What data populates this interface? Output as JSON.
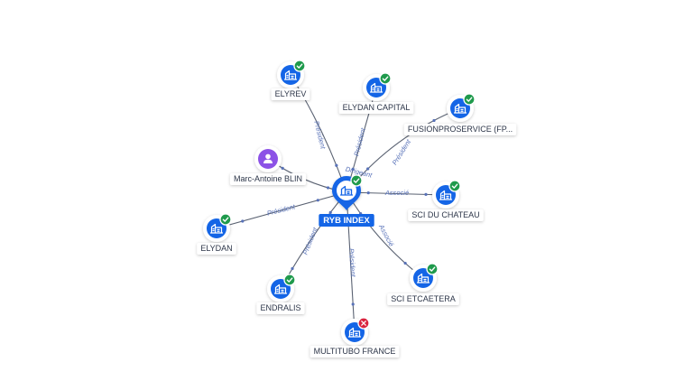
{
  "center": {
    "label": "RYB INDEX",
    "icon": "company-icon",
    "color": "#1465e6"
  },
  "colors": {
    "company_fill": "#1465e6",
    "person_fill": "#8c52e6",
    "edge": "#5a6272",
    "edge_label": "#5872b8",
    "badge_ok": "#1f9a4c",
    "badge_closed": "#d9243f"
  },
  "nodes": [
    {
      "id": "elyrev",
      "label": "ELYREV",
      "type": "company",
      "status": "active",
      "icon": "company-icon",
      "badge": "check-badge-icon",
      "edge_label": "Président"
    },
    {
      "id": "elydan-capital",
      "label": "ELYDAN CAPITAL",
      "type": "company",
      "status": "active",
      "icon": "company-icon",
      "badge": "check-badge-icon",
      "edge_label": "Président"
    },
    {
      "id": "fusionproservice",
      "label": "FUSIONPROSERVICE (FP...",
      "type": "company",
      "status": "active",
      "icon": "company-icon",
      "badge": "check-badge-icon",
      "edge_label": "Président"
    },
    {
      "id": "marc-antoine-blin",
      "label": "Marc-Antoine BLIN",
      "type": "person",
      "status": "none",
      "icon": "person-icon",
      "badge": "",
      "edge_label": "Dirigeant"
    },
    {
      "id": "sci-du-chateau",
      "label": "SCI DU CHATEAU",
      "type": "company",
      "status": "active",
      "icon": "company-icon",
      "badge": "check-badge-icon",
      "edge_label": "Associé"
    },
    {
      "id": "elydan",
      "label": "ELYDAN",
      "type": "company",
      "status": "active",
      "icon": "company-icon",
      "badge": "check-badge-icon",
      "edge_label": "Président"
    },
    {
      "id": "endralis",
      "label": "ENDRALIS",
      "type": "company",
      "status": "active",
      "icon": "company-icon",
      "badge": "check-badge-icon",
      "edge_label": "Président"
    },
    {
      "id": "sci-etcaetera",
      "label": "SCI ETCAETERA",
      "type": "company",
      "status": "active",
      "icon": "company-icon",
      "badge": "check-badge-icon",
      "edge_label": "Associé"
    },
    {
      "id": "multitubo-france",
      "label": "MULTITUBO FRANCE",
      "type": "company",
      "status": "closed",
      "icon": "company-icon",
      "badge": "cross-badge-icon",
      "edge_label": "Président"
    }
  ]
}
